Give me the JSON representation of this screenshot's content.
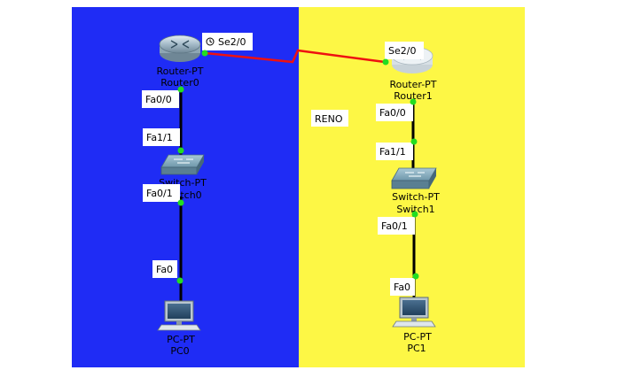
{
  "colors": {
    "left_zone": "#1f2cf5",
    "right_zone": "#fdf745",
    "serial_link": "#ee1111",
    "ethernet_link": "#000000",
    "port_dot": "#22dd22",
    "label_bg": "#ffffff",
    "device_text": "#000000"
  },
  "zone": {
    "right_label": "RENO"
  },
  "devices": {
    "router0": {
      "type": "Router-PT",
      "name": "Router0"
    },
    "router1": {
      "type": "Router-PT",
      "name": "Router1"
    },
    "switch0": {
      "type": "Switch-PT",
      "name": "Switch0"
    },
    "switch1": {
      "type": "Switch-PT",
      "name": "Switch1"
    },
    "pc0": {
      "type": "PC-PT",
      "name": "PC0"
    },
    "pc1": {
      "type": "PC-PT",
      "name": "PC1"
    }
  },
  "ports": {
    "router0_serial": "Se2/0",
    "router1_serial": "Se2/0",
    "router0_fa": "Fa0/0",
    "switch0_up": "Fa1/1",
    "switch0_down": "Fa0/1",
    "pc0_fa": "Fa0",
    "router1_fa": "Fa0/0",
    "switch1_up": "Fa1/1",
    "switch1_down": "Fa0/1",
    "pc1_fa": "Fa0"
  },
  "icons": {
    "router": "router-icon",
    "switch": "switch-icon",
    "pc": "pc-icon",
    "clock": "clock-icon"
  }
}
